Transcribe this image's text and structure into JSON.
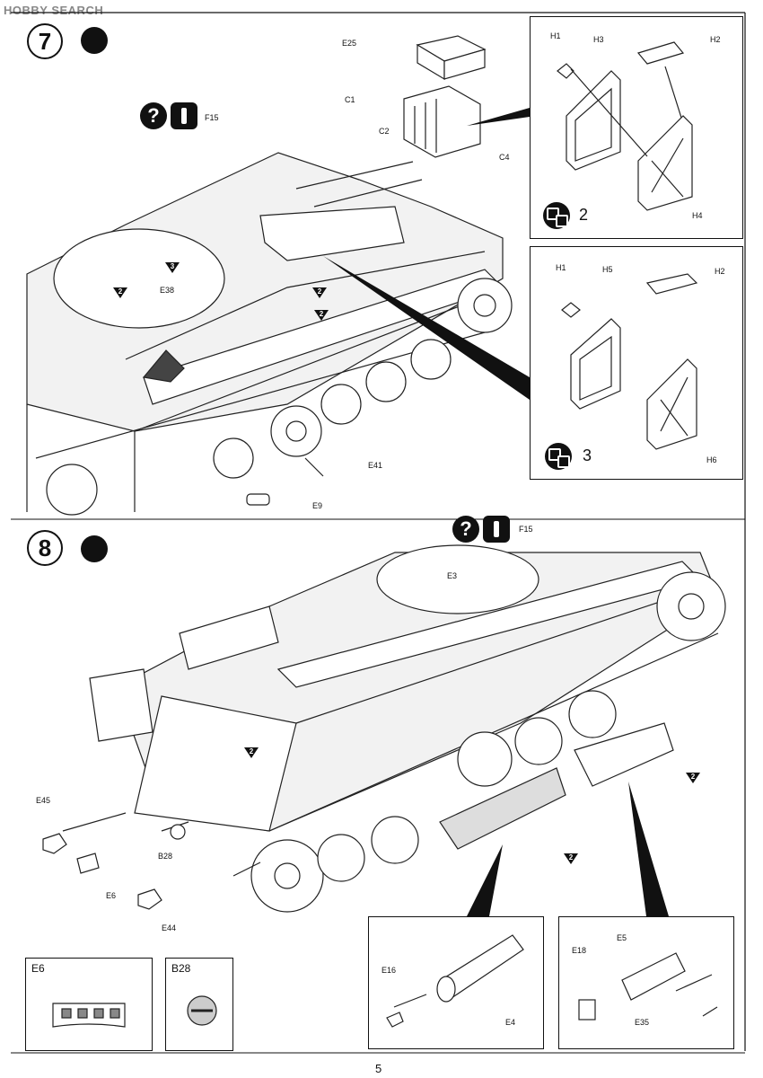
{
  "watermark": {
    "brand": "HOBBY SEARCH"
  },
  "page_number": "5",
  "steps": [
    {
      "number": "7"
    },
    {
      "number": "8"
    }
  ],
  "part_labels": {
    "s7": [
      "E25",
      "C1",
      "C2",
      "C4",
      "F15",
      "E38",
      "E41",
      "E9"
    ],
    "s7_detail1": [
      "H1",
      "H3",
      "H2",
      "H4"
    ],
    "s7_detail2": [
      "H1",
      "H5",
      "H2",
      "H6"
    ],
    "s8": [
      "F15",
      "E3",
      "E45",
      "E6",
      "B28",
      "E44"
    ],
    "s8_detail1": [
      "E16",
      "E4"
    ],
    "s8_detail2": [
      "E18",
      "E5",
      "E35"
    ]
  },
  "detail_variants": [
    "2",
    "3"
  ],
  "placement_tags": {
    "s7": [
      "3",
      "2",
      "2",
      "2"
    ],
    "s8": [
      "2",
      "2",
      "2"
    ]
  },
  "part_boxes": [
    {
      "title": "E6"
    },
    {
      "title": "B28"
    }
  ],
  "icons": {
    "glue": "glue-bottle-icon",
    "question": "question-mark-icon",
    "info": "info-icon",
    "decal": "decal-option-icon"
  },
  "symbols": {
    "question": "?"
  }
}
